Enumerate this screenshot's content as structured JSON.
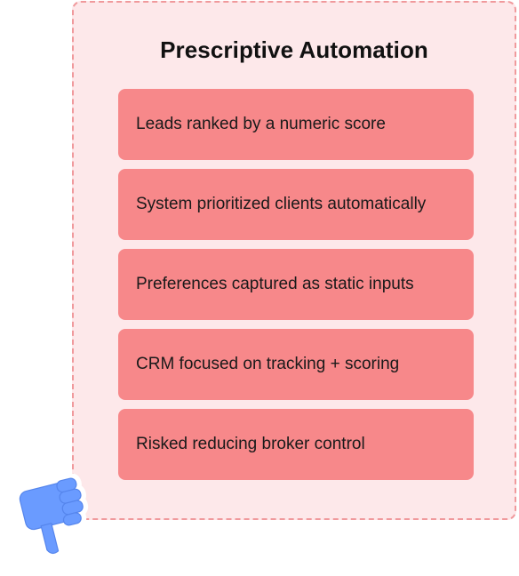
{
  "panel": {
    "title": "Prescriptive Automation",
    "items": [
      "Leads ranked by a numeric score",
      "System prioritized clients automatically",
      "Preferences captured as static inputs",
      "CRM focused on tracking + scoring",
      "Risked reducing broker control"
    ]
  },
  "icons": {
    "thumb": "thumbs-down-icon"
  },
  "colors": {
    "panel_background": "#fde8ea",
    "panel_border": "#f0999c",
    "card_background": "#f7888a",
    "thumb_fill": "#6a9bff"
  }
}
